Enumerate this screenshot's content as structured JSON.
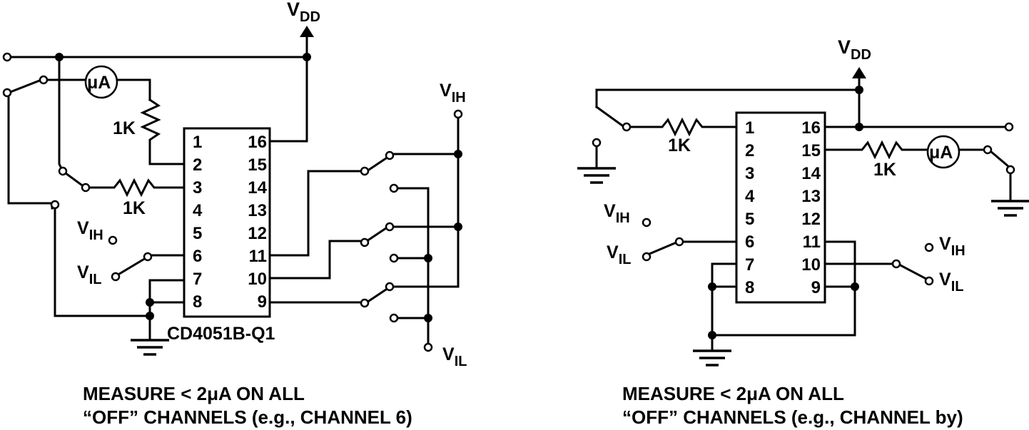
{
  "left_circuit": {
    "vdd": "V",
    "vdd_sub": "DD",
    "vih": "V",
    "vih_sub": "IH",
    "vil": "V",
    "vil_sub": "IL",
    "vih2": "V",
    "vih2_sub": "IH",
    "vil2": "V",
    "vil2_sub": "IL",
    "meter": "μA",
    "r1": "1K",
    "r2": "1K",
    "chip": "CD4051B-Q1",
    "pins_left": [
      "1",
      "2",
      "3",
      "4",
      "5",
      "6",
      "7",
      "8"
    ],
    "pins_right": [
      "16",
      "15",
      "14",
      "13",
      "12",
      "11",
      "10",
      "9"
    ],
    "caption_line1": "MEASURE < 2μA ON ALL",
    "caption_line2": "“OFF” CHANNELS (e.g., CHANNEL 6)"
  },
  "right_circuit": {
    "vdd": "V",
    "vdd_sub": "DD",
    "vih": "V",
    "vih_sub": "IH",
    "vil": "V",
    "vil_sub": "IL",
    "vih2": "V",
    "vih2_sub": "IH",
    "vil2": "V",
    "vil2_sub": "IL",
    "meter": "μA",
    "r1": "1K",
    "r2": "1K",
    "pins_left": [
      "1",
      "2",
      "3",
      "4",
      "5",
      "6",
      "7",
      "8"
    ],
    "pins_right": [
      "16",
      "15",
      "14",
      "13",
      "12",
      "11",
      "10",
      "9"
    ],
    "caption_line1": "MEASURE < 2μA ON ALL",
    "caption_line2": "“OFF” CHANNELS (e.g., CHANNEL by)"
  }
}
